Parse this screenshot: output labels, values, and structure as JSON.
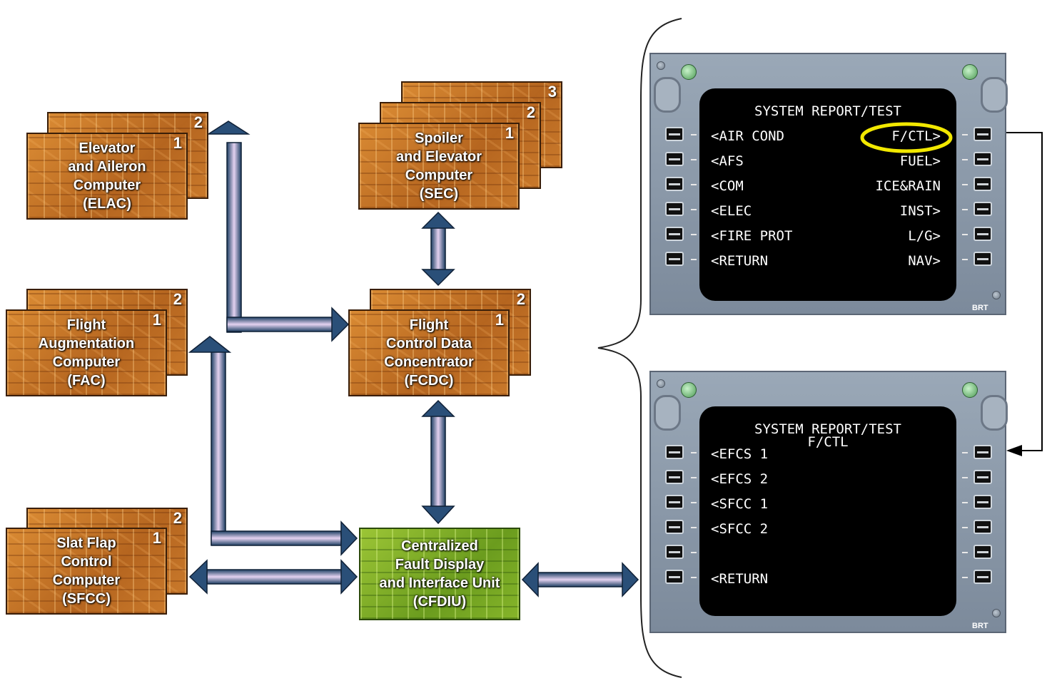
{
  "boards": [
    {
      "id": "elac",
      "copies": [
        "2",
        "1"
      ],
      "label": "Elevator\nand Aileron\nComputer\n(ELAC)",
      "color": "#c9782a"
    },
    {
      "id": "sec",
      "copies": [
        "3",
        "2",
        "1"
      ],
      "label": "Spoiler\nand Elevator\nComputer\n(SEC)",
      "color": "#c9782a"
    },
    {
      "id": "fac",
      "copies": [
        "2",
        "1"
      ],
      "label": "Flight\nAugmentation\nComputer\n(FAC)",
      "color": "#c9782a"
    },
    {
      "id": "fcdc",
      "copies": [
        "2",
        "1"
      ],
      "label": "Flight\nControl Data\nConcentrator\n(FCDC)",
      "color": "#c9782a"
    },
    {
      "id": "sfcc",
      "copies": [
        "2",
        "1"
      ],
      "label": "Slat Flap\nControl\nComputer\n(SFCC)",
      "color": "#c9782a"
    },
    {
      "id": "cfdiu",
      "label": "Centralized\nFault Display\nand Interface Unit\n(CFDIU)",
      "color": "#7fb02a"
    }
  ],
  "mcdu_top": {
    "title": "SYSTEM REPORT/TEST",
    "rows": [
      {
        "left": "<AIR COND",
        "right": "F/CTL>"
      },
      {
        "left": "<AFS",
        "right": "FUEL>"
      },
      {
        "left": "<COM",
        "right": "ICE&RAIN"
      },
      {
        "left": "<ELEC",
        "right": "INST>"
      },
      {
        "left": "<FIRE PROT",
        "right": "L/G>"
      },
      {
        "left": "<RETURN",
        "right": "NAV>"
      }
    ],
    "highlight": "F/CTL>",
    "highlight_color": "#f2e800",
    "brt": "BRT"
  },
  "mcdu_bottom": {
    "title": "SYSTEM REPORT/TEST",
    "subtitle": "F/CTL",
    "rows": [
      {
        "left": "<EFCS 1",
        "right": ""
      },
      {
        "left": "<EFCS 2",
        "right": ""
      },
      {
        "left": "<SFCC 1",
        "right": ""
      },
      {
        "left": "<SFCC 2",
        "right": ""
      },
      {
        "left": "",
        "right": ""
      },
      {
        "left": "<RETURN",
        "right": ""
      }
    ],
    "brt": "BRT"
  },
  "colors": {
    "arrow_dark": "#1d3f63",
    "arrow_light": "#e4d2f0",
    "board_orange": "#c9782a",
    "board_green": "#7fb02a",
    "screen": "#000000",
    "panel": "#8a98a8"
  }
}
